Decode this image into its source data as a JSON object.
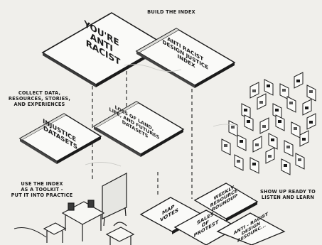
{
  "labels": {
    "build_index": "BUILD THE INDEX",
    "collect": "COLLECT DATA,\nRESOURCES, STORIES,\nAND EXPERIENCES",
    "use_toolkit": "USE THE INDEX\nAS A TOOLKIT -\nPUT IT INTO PRACTICE",
    "show_up": "SHOW UP READY TO\nLISTEN AND LEARN"
  },
  "cards": {
    "anti_racist_big": "YOU'RE\nANTI\nRACIST",
    "index": "ANTI RACIST\nDESIGN JUSTICE\nINDEX",
    "injustice": "INJUSTICE\nDATASETS",
    "loss": "LOSS OF LAND,\nLIFE, AND FUTURES\nDATASETS",
    "map": "MAP\nVOTES",
    "weekly": "WEEKLY\nRESOURCE\nROUNDUP",
    "sales": "SALES\nOF\nPROTEST",
    "anti_racist_res": "ANTI - RACIST\nDESIGN\nRESOURC..."
  }
}
